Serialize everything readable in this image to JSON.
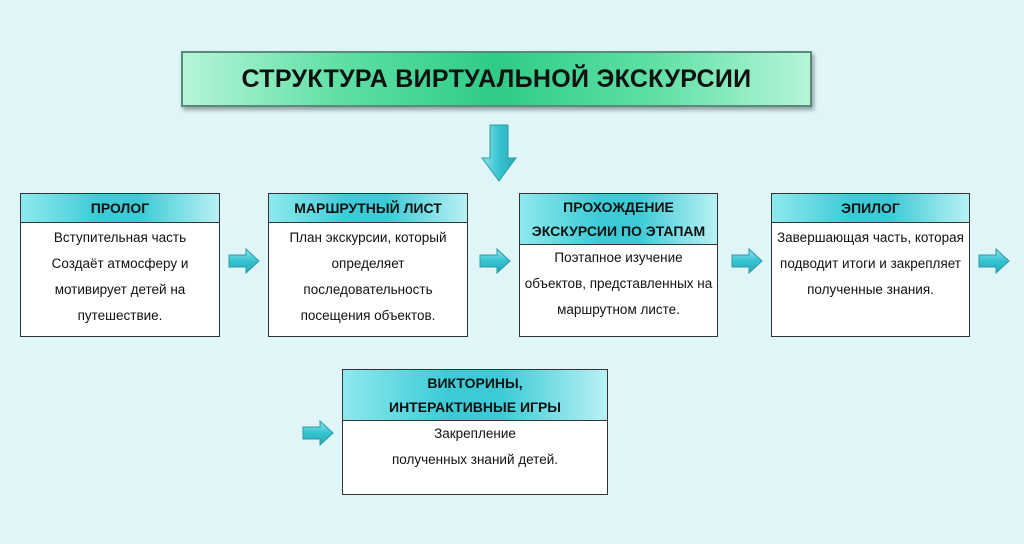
{
  "title": "СТРУКТУРА ВИРТУАЛЬНОЙ ЭКСКУРСИИ",
  "colors": {
    "background": "#dff5f8",
    "title_green": "#2ecc86",
    "header_teal": "#3ccbd6",
    "arrow_teal": "#35c3d0"
  },
  "stages": [
    {
      "heading": [
        "ПРОЛОГ"
      ],
      "body": [
        "Вступительная часть",
        "Создаёт атмосферу и",
        "мотивирует детей на",
        "путешествие."
      ]
    },
    {
      "heading": [
        "МАРШРУТНЫЙ ЛИСТ"
      ],
      "body": [
        "План экскурсии, который",
        "определяет",
        "последовательность",
        "посещения объектов."
      ]
    },
    {
      "heading": [
        "ПРОХОЖДЕНИЕ",
        "ЭКСКУРСИИ ПО ЭТАПАМ"
      ],
      "body": [
        "Поэтапное изучение",
        "объектов, представленных на",
        "маршрутном листе."
      ]
    },
    {
      "heading": [
        "ЭПИЛОГ"
      ],
      "body": [
        "Завершающая часть, которая",
        "подводит итоги и закрепляет",
        "полученные знания."
      ]
    },
    {
      "heading": [
        "ВИКТОРИНЫ,",
        "ИНТЕРАКТИВНЫЕ ИГРЫ"
      ],
      "body": [
        "Закрепление",
        "полученных знаний детей."
      ]
    }
  ],
  "arrows": {
    "down": "arrow-down-icon",
    "right": "arrow-right-icon"
  }
}
